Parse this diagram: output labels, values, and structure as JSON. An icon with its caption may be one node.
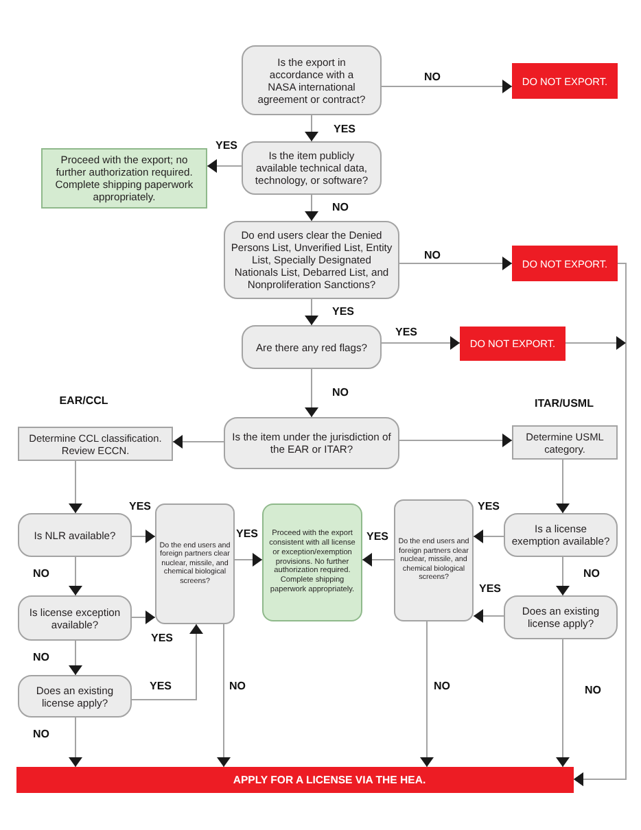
{
  "diagram": {
    "nodes": [
      {
        "text": [
          "Is the export in accordance with a NASA international agreement or contract?"
        ]
      },
      {
        "text": [
          "DO NOT EXPORT."
        ]
      },
      {
        "text": [
          "Proceed with the export; no further authorization required. Complete shipping paperwork appropriately."
        ]
      },
      {
        "text": [
          "Is the item publicly available technical data, technology, or software?"
        ]
      },
      {
        "text": [
          "Do end users clear the Denied Persons List, Unverified List, Entity List, Specially Designated Nationals List, Debarred List, and Nonproliferation Sanctions?"
        ]
      },
      {
        "text": [
          "DO NOT EXPORT."
        ]
      },
      {
        "text": [
          "Are there any red flags?"
        ]
      },
      {
        "text": [
          "DO NOT EXPORT."
        ]
      },
      {
        "text": [
          "Determine CCL classification. Review ECCN."
        ]
      },
      {
        "text": [
          "Is the item under the jurisdiction of the EAR or ITAR?"
        ]
      },
      {
        "text": [
          "Determine USML category."
        ]
      },
      {
        "text": [
          "Is NLR available?"
        ]
      },
      {
        "text": [
          "Do the end users and foreign partners clear nuclear, missile, and chemical biological screens?"
        ]
      },
      {
        "text": [
          "Proceed with the export consistent with all license or exception/exemption provisions. No further authorization required. Complete shipping paperwork appropriately."
        ]
      },
      {
        "text": [
          "Do the end users and foreign partners clear nuclear, missile, and chemical biological screens?"
        ]
      },
      {
        "text": [
          "Is a license exemption available?"
        ]
      },
      {
        "text": [
          "Is license exception available?"
        ]
      },
      {
        "text": [
          "Does an existing license apply?"
        ]
      },
      {
        "text": [
          "Does an existing license apply?"
        ]
      },
      {
        "text": [
          "APPLY FOR A LICENSE VIA THE HEA."
        ]
      }
    ],
    "edges": [
      {
        "from": 0,
        "to": 1,
        "arrow": "to",
        "label": "NO"
      },
      {
        "from": 0,
        "to": 3,
        "arrow": "to",
        "label": "YES"
      },
      {
        "from": 3,
        "to": 2,
        "arrow": "to",
        "label": "YES"
      },
      {
        "from": 3,
        "to": 4,
        "arrow": "to",
        "label": "NO"
      },
      {
        "from": 4,
        "to": 5,
        "arrow": "to",
        "label": "NO"
      },
      {
        "from": 4,
        "to": 6,
        "arrow": "to",
        "label": "YES"
      },
      {
        "from": 6,
        "to": 7,
        "arrow": "to",
        "label": "YES"
      },
      {
        "from": 6,
        "to": 9,
        "arrow": "to",
        "label": "NO"
      },
      {
        "from": 5,
        "to": 19,
        "arrow": "to"
      },
      {
        "from": 7,
        "to": 19,
        "arrow": "to"
      },
      {
        "from": 9,
        "to": 8,
        "arrow": "to"
      },
      {
        "from": 9,
        "to": 10,
        "arrow": "to"
      },
      {
        "from": 8,
        "to": 11,
        "arrow": "to"
      },
      {
        "from": 10,
        "to": 15,
        "arrow": "to"
      },
      {
        "from": 11,
        "to": 12,
        "arrow": "to",
        "label": "YES"
      },
      {
        "from": 11,
        "to": 16,
        "arrow": "to",
        "label": "NO"
      },
      {
        "from": 16,
        "to": 12,
        "arrow": "to",
        "label": "YES"
      },
      {
        "from": 16,
        "to": 18,
        "arrow": "to",
        "label": "NO"
      },
      {
        "from": 18,
        "to": 12,
        "arrow": "to",
        "label": "YES"
      },
      {
        "from": 18,
        "to": 19,
        "arrow": "to",
        "label": "NO"
      },
      {
        "from": 12,
        "to": 13,
        "arrow": "to",
        "label": "YES"
      },
      {
        "from": 12,
        "to": 19,
        "arrow": "to",
        "label": "NO"
      },
      {
        "from": 15,
        "to": 14,
        "arrow": "to",
        "label": "YES"
      },
      {
        "from": 15,
        "to": 17,
        "arrow": "to",
        "label": "NO"
      },
      {
        "from": 17,
        "to": 14,
        "arrow": "to",
        "label": "YES"
      },
      {
        "from": 17,
        "to": 19,
        "arrow": "to",
        "label": "NO"
      },
      {
        "from": 14,
        "to": 13,
        "arrow": "to",
        "label": "YES"
      },
      {
        "from": 14,
        "to": 19,
        "arrow": "to",
        "label": "NO"
      }
    ],
    "labels": [
      "EAR/CCL",
      "ITAR/USML"
    ]
  }
}
